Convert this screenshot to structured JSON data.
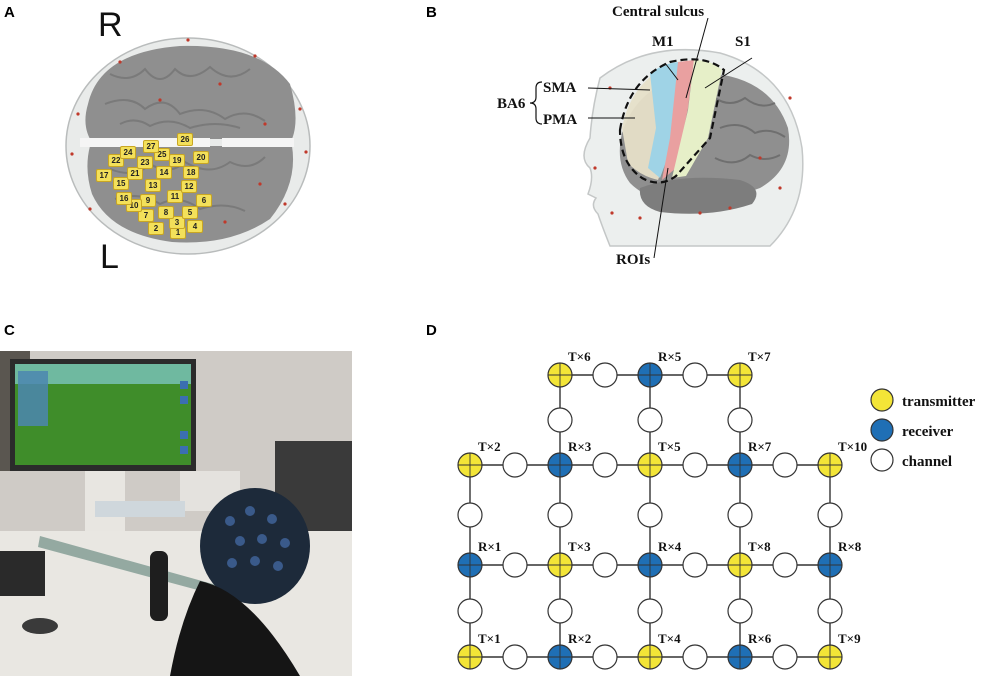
{
  "panels": {
    "a": "A",
    "b": "B",
    "c": "C",
    "d": "D"
  },
  "panel_a": {
    "r_label": "R",
    "l_label": "L",
    "channels": [
      "1",
      "2",
      "3",
      "4",
      "5",
      "6",
      "7",
      "8",
      "9",
      "10",
      "11",
      "12",
      "13",
      "14",
      "15",
      "16",
      "17",
      "18",
      "19",
      "20",
      "21",
      "22",
      "23",
      "24",
      "25",
      "26",
      "27"
    ]
  },
  "panel_b": {
    "central_sulcus": "Central sulcus",
    "m1": "M1",
    "s1": "S1",
    "sma": "SMA",
    "pma": "PMA",
    "ba6": "BA6",
    "rois": "ROIs"
  },
  "panel_d": {
    "legend": {
      "transmitter": "transmitter",
      "receiver": "receiver",
      "channel": "channel"
    },
    "colors": {
      "transmitter": "#f3e537",
      "receiver": "#1f6fb5",
      "channel": "#ffffff"
    },
    "nodes": [
      {
        "label": "T×6",
        "type": "transmitter"
      },
      {
        "label": "R×5",
        "type": "receiver"
      },
      {
        "label": "T×7",
        "type": "transmitter"
      },
      {
        "label": "T×2",
        "type": "transmitter"
      },
      {
        "label": "R×3",
        "type": "receiver"
      },
      {
        "label": "T×5",
        "type": "transmitter"
      },
      {
        "label": "R×7",
        "type": "receiver"
      },
      {
        "label": "T×10",
        "type": "transmitter"
      },
      {
        "label": "R×1",
        "type": "receiver"
      },
      {
        "label": "T×3",
        "type": "transmitter"
      },
      {
        "label": "R×4",
        "type": "receiver"
      },
      {
        "label": "T×8",
        "type": "transmitter"
      },
      {
        "label": "R×8",
        "type": "receiver"
      },
      {
        "label": "T×1",
        "type": "transmitter"
      },
      {
        "label": "R×2",
        "type": "receiver"
      },
      {
        "label": "T×4",
        "type": "transmitter"
      },
      {
        "label": "R×6",
        "type": "receiver"
      },
      {
        "label": "T×9",
        "type": "transmitter"
      }
    ]
  }
}
